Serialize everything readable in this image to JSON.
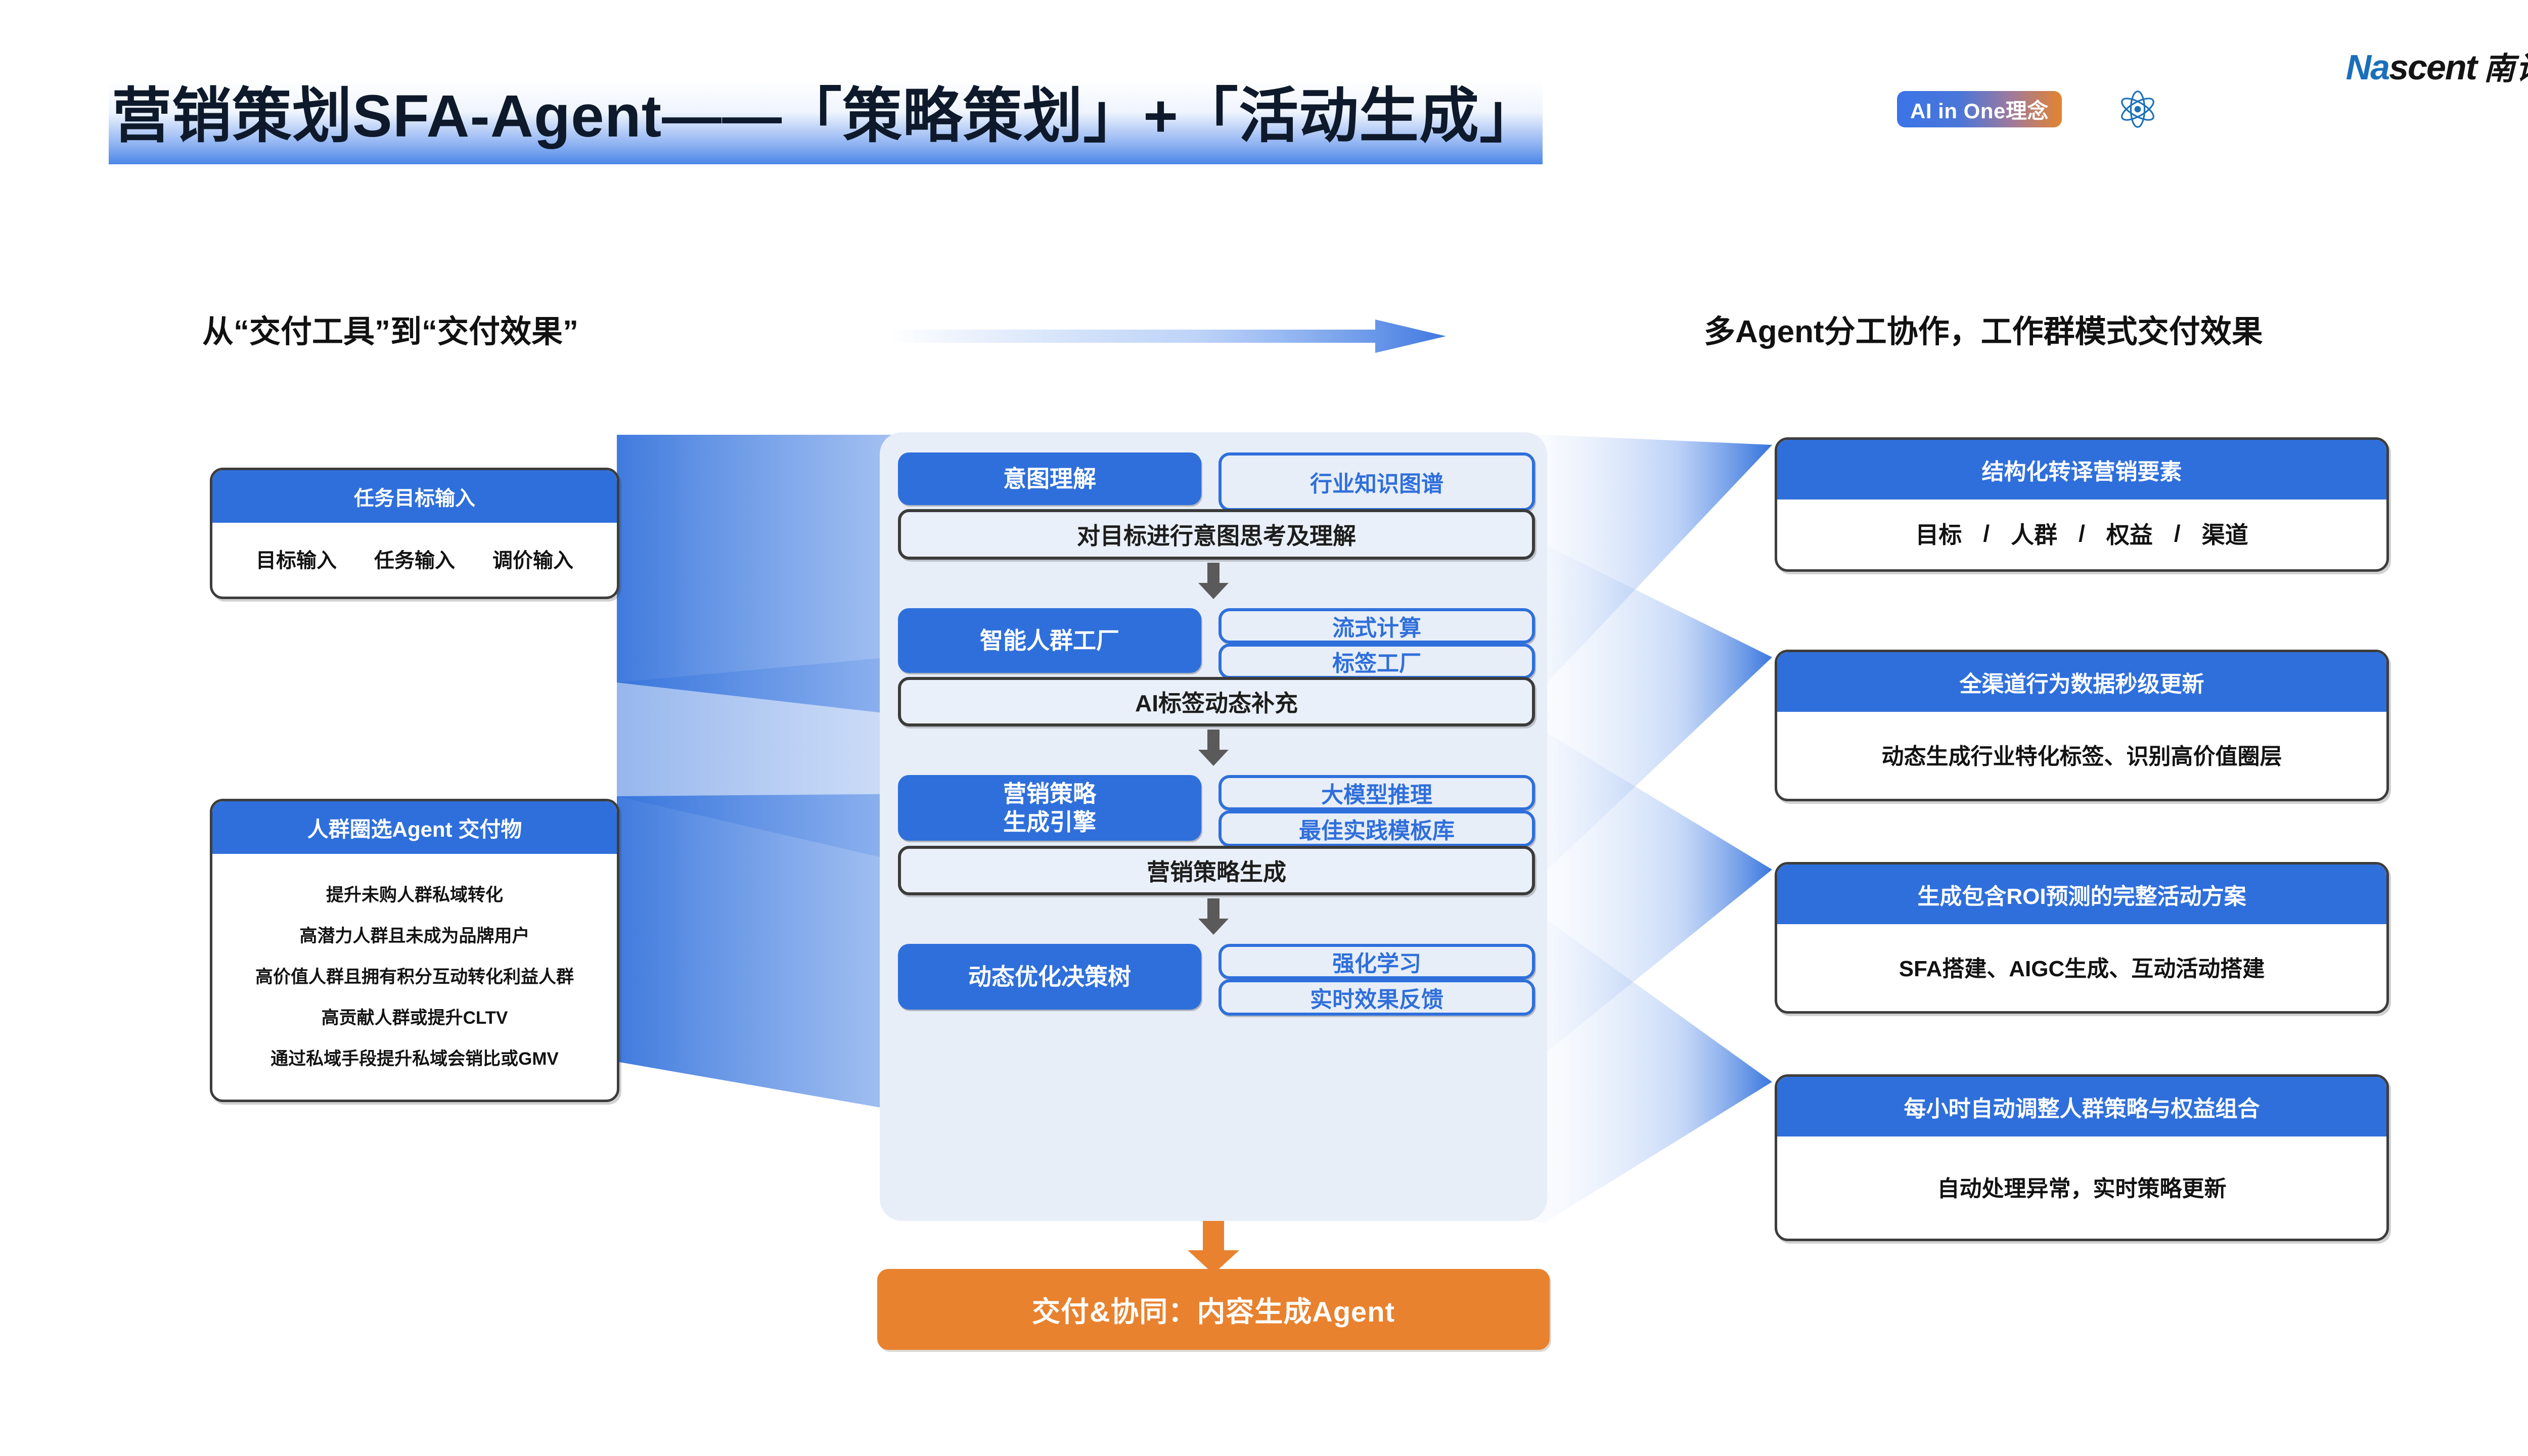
{
  "header": {
    "title": "营销策划SFA-Agent——「策略策划」+「活动生成」",
    "badge_label": "AI in One理念",
    "logo_primary": "Na",
    "logo_secondary": "scent",
    "logo_cn": "南讯"
  },
  "subtitles": {
    "left": "从“交付工具”到“交付效果”",
    "right": "多Agent分工协作，工作群模式交付效果"
  },
  "left_cards": [
    {
      "title": "任务目标输入",
      "items": [
        "目标输入",
        "任务输入",
        "调价输入"
      ]
    },
    {
      "title": "人群圈选Agent 交付物",
      "items": [
        "提升未购人群私域转化",
        "高潜力人群且未成为品牌用户",
        "高价值人群且拥有积分互动转化利益人群",
        "高贡献人群或提升CLTV",
        "通过私域手段提升私域会销比或GMV"
      ]
    }
  ],
  "flow": {
    "stages": [
      {
        "primary": "意图理解",
        "tags": [
          "行业知识图谱"
        ],
        "result": "对目标进行意图思考及理解"
      },
      {
        "primary": "智能人群工厂",
        "tags": [
          "流式计算",
          "标签工厂"
        ],
        "result": "AI标签动态补充"
      },
      {
        "primary": "营销策略\n生成引擎",
        "primary_line1": "营销策略",
        "primary_line2": "生成引擎",
        "tags": [
          "大模型推理",
          "最佳实践模板库"
        ],
        "result": "营销策略生成"
      },
      {
        "primary": "动态优化决策树",
        "tags": [
          "强化学习",
          "实时效果反馈"
        ],
        "result": ""
      }
    ],
    "delivery": "交付&协同：内容生成Agent"
  },
  "right_cards": [
    {
      "title": "结构化转译营销要素",
      "items": [
        "目标",
        "人群",
        "权益",
        "渠道"
      ],
      "separator": "/"
    },
    {
      "title": "全渠道行为数据秒级更新",
      "body": "动态生成行业特化标签、识别高价值圈层"
    },
    {
      "title": "生成包含ROI预测的完整活动方案",
      "body": "SFA搭建、AIGC生成、互动活动搭建"
    },
    {
      "title": "每小时自动调整人群策略与权益组合",
      "body": "自动处理异常，实时策略更新"
    }
  ],
  "colors": {
    "brand_blue": "#2f6fdb",
    "panel_bg": "#e8eef8",
    "orange": "#e8822f",
    "dark_outline": "#3d3d3d"
  },
  "icons": {
    "atom": "atom-icon",
    "arrow_right": "arrow-right-icon",
    "arrow_down": "arrow-down-icon"
  }
}
